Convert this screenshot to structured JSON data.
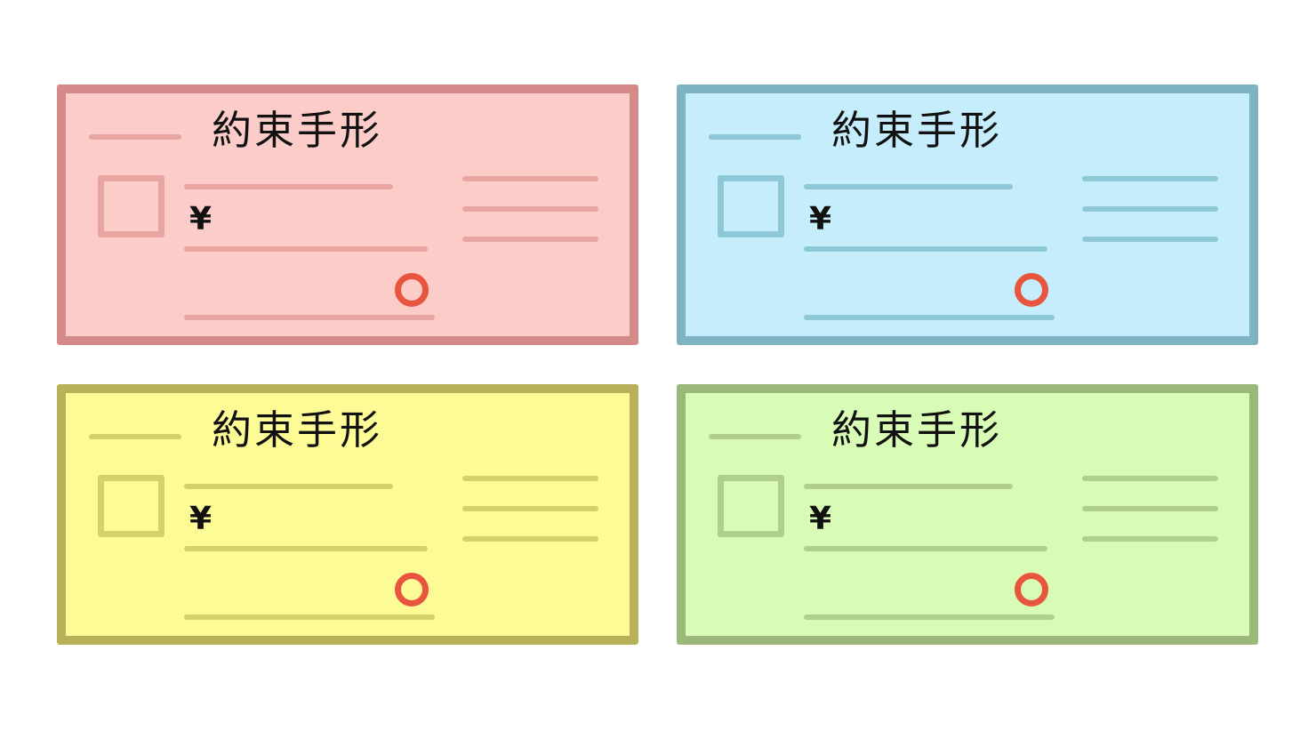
{
  "notes": [
    {
      "title": "約束手形",
      "currency": "¥",
      "fill": "#fcccc9",
      "border": "#d38a88",
      "line": "#e8a5a2",
      "seal": "#e8553e"
    },
    {
      "title": "約束手形",
      "currency": "¥",
      "fill": "#c5edfc",
      "border": "#7eb4c1",
      "line": "#8ec7d6",
      "seal": "#e8553e"
    },
    {
      "title": "約束手形",
      "currency": "¥",
      "fill": "#fdfb96",
      "border": "#b7b25a",
      "line": "#d6d06b",
      "seal": "#e8553e"
    },
    {
      "title": "約束手形",
      "currency": "¥",
      "fill": "#d8fcb6",
      "border": "#9bb87a",
      "line": "#b0cf8e",
      "seal": "#e8553e"
    }
  ]
}
